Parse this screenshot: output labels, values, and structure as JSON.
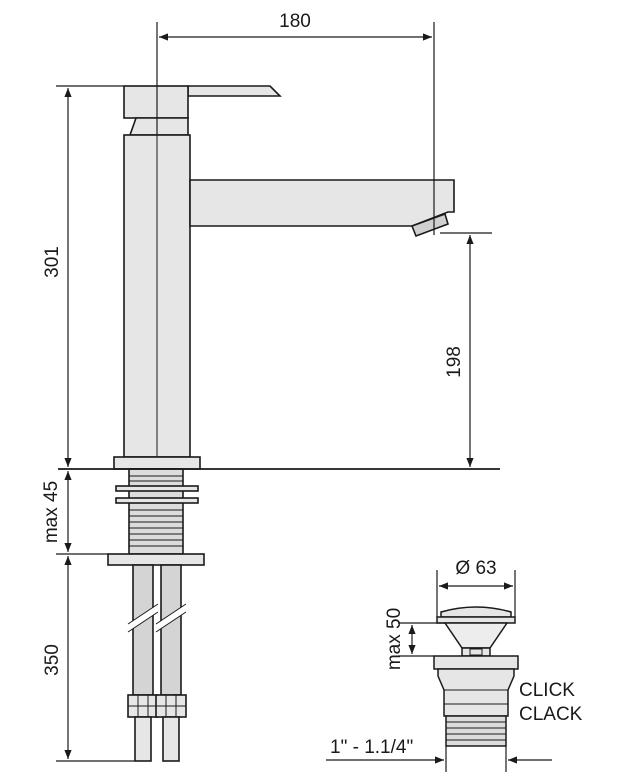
{
  "faucet": {
    "dim_width": "180",
    "dim_height": "301",
    "dim_spout_height": "198",
    "dim_deck_thickness": "max 45",
    "dim_hose_length": "350"
  },
  "drain": {
    "dim_diameter": "Ø 63",
    "dim_height": "max 50",
    "dim_thread": "1\" - 1.1/4\"",
    "type_line1": "CLICK",
    "type_line2": "CLACK"
  },
  "colors": {
    "line": "#1a1a1a",
    "body_fill": "#e6e6e6",
    "hose_fill": "#d4d4d4",
    "background": "#ffffff"
  }
}
